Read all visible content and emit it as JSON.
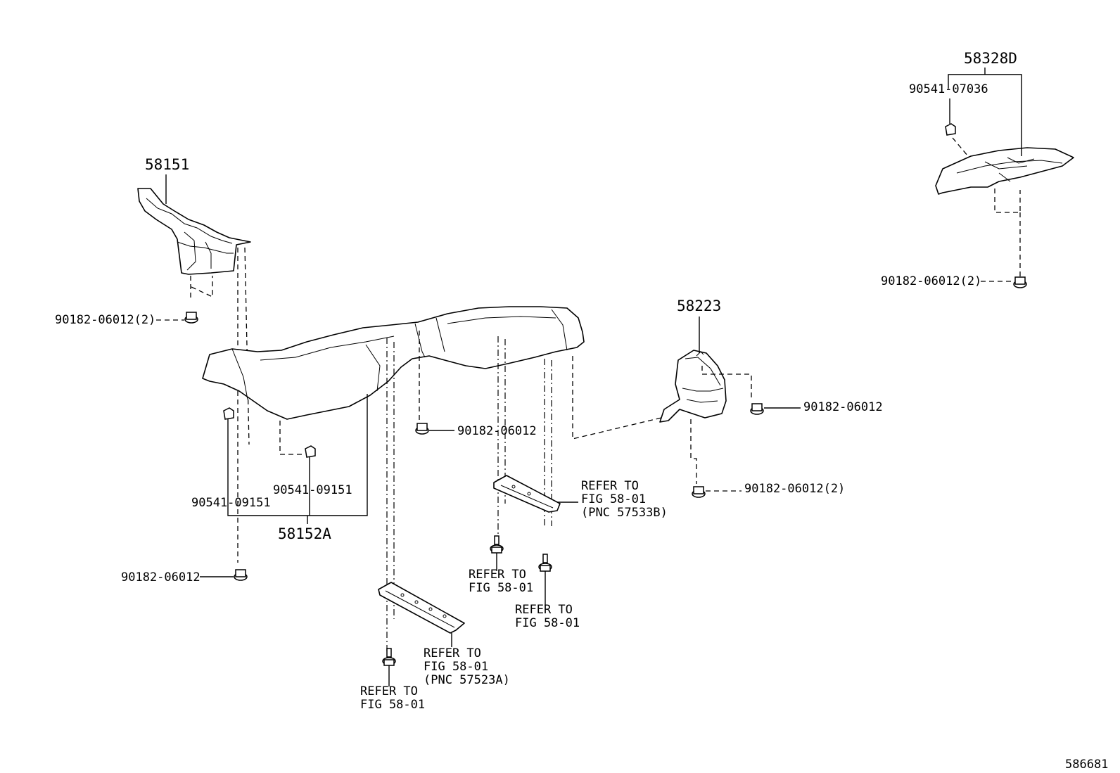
{
  "callouts": {
    "p58151": "58151",
    "p58152a": "58152A",
    "p58223": "58223",
    "p58328d": "58328D",
    "nut_a": "90182-06012(2)",
    "nut_b": "90182-06012",
    "nut_c": "90182-06012",
    "nut_d": "90182-06012",
    "nut_e": "90182-06012(2)",
    "nut_f": "90182-06012(2)",
    "clip_a": "90541-09151",
    "clip_b": "90541-09151",
    "clip_c": "90541-07036"
  },
  "refs": {
    "r1": [
      "REFER TO",
      "FIG 58-01",
      "(PNC 57533B)"
    ],
    "r2": [
      "REFER TO",
      "FIG 58-01"
    ],
    "r3": [
      "REFER TO",
      "FIG 58-01"
    ],
    "r4": [
      "REFER TO",
      "FIG 58-01",
      "(PNC 57523A)"
    ],
    "r5": [
      "REFER TO",
      "FIG 58-01"
    ]
  },
  "illustration_number": "586681"
}
